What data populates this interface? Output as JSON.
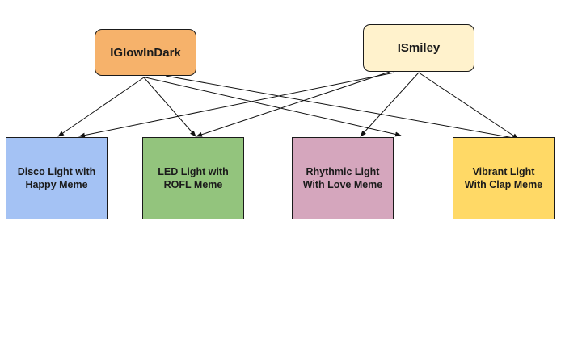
{
  "diagram": {
    "interfaces": [
      {
        "id": "glow",
        "label": "IGlowInDark",
        "color": "#f6b26b"
      },
      {
        "id": "smiley",
        "label": "ISmiley",
        "color": "#fff2cc"
      }
    ],
    "classes": [
      {
        "id": "disco",
        "label": "Disco Light with Happy Meme",
        "line1": "Disco Light with",
        "line2": "Happy Meme",
        "color": "#a4c2f4"
      },
      {
        "id": "led",
        "label": "LED Light with ROFL Meme",
        "line1": "LED Light with",
        "line2": "ROFL Meme",
        "color": "#93c47d"
      },
      {
        "id": "rhythmic",
        "label": "Rhythmic Light With Love Meme",
        "line1": "Rhythmic Light",
        "line2": "With Love Meme",
        "color": "#d5a6bd"
      },
      {
        "id": "vibrant",
        "label": "Vibrant Light With Clap Meme",
        "line1": "Vibrant Light",
        "line2": "With Clap Meme",
        "color": "#ffd966"
      }
    ],
    "edges": [
      {
        "from": "glow",
        "to": "disco"
      },
      {
        "from": "glow",
        "to": "led"
      },
      {
        "from": "glow",
        "to": "rhythmic"
      },
      {
        "from": "glow",
        "to": "vibrant"
      },
      {
        "from": "smiley",
        "to": "disco"
      },
      {
        "from": "smiley",
        "to": "led"
      },
      {
        "from": "smiley",
        "to": "rhythmic"
      },
      {
        "from": "smiley",
        "to": "vibrant"
      }
    ]
  }
}
